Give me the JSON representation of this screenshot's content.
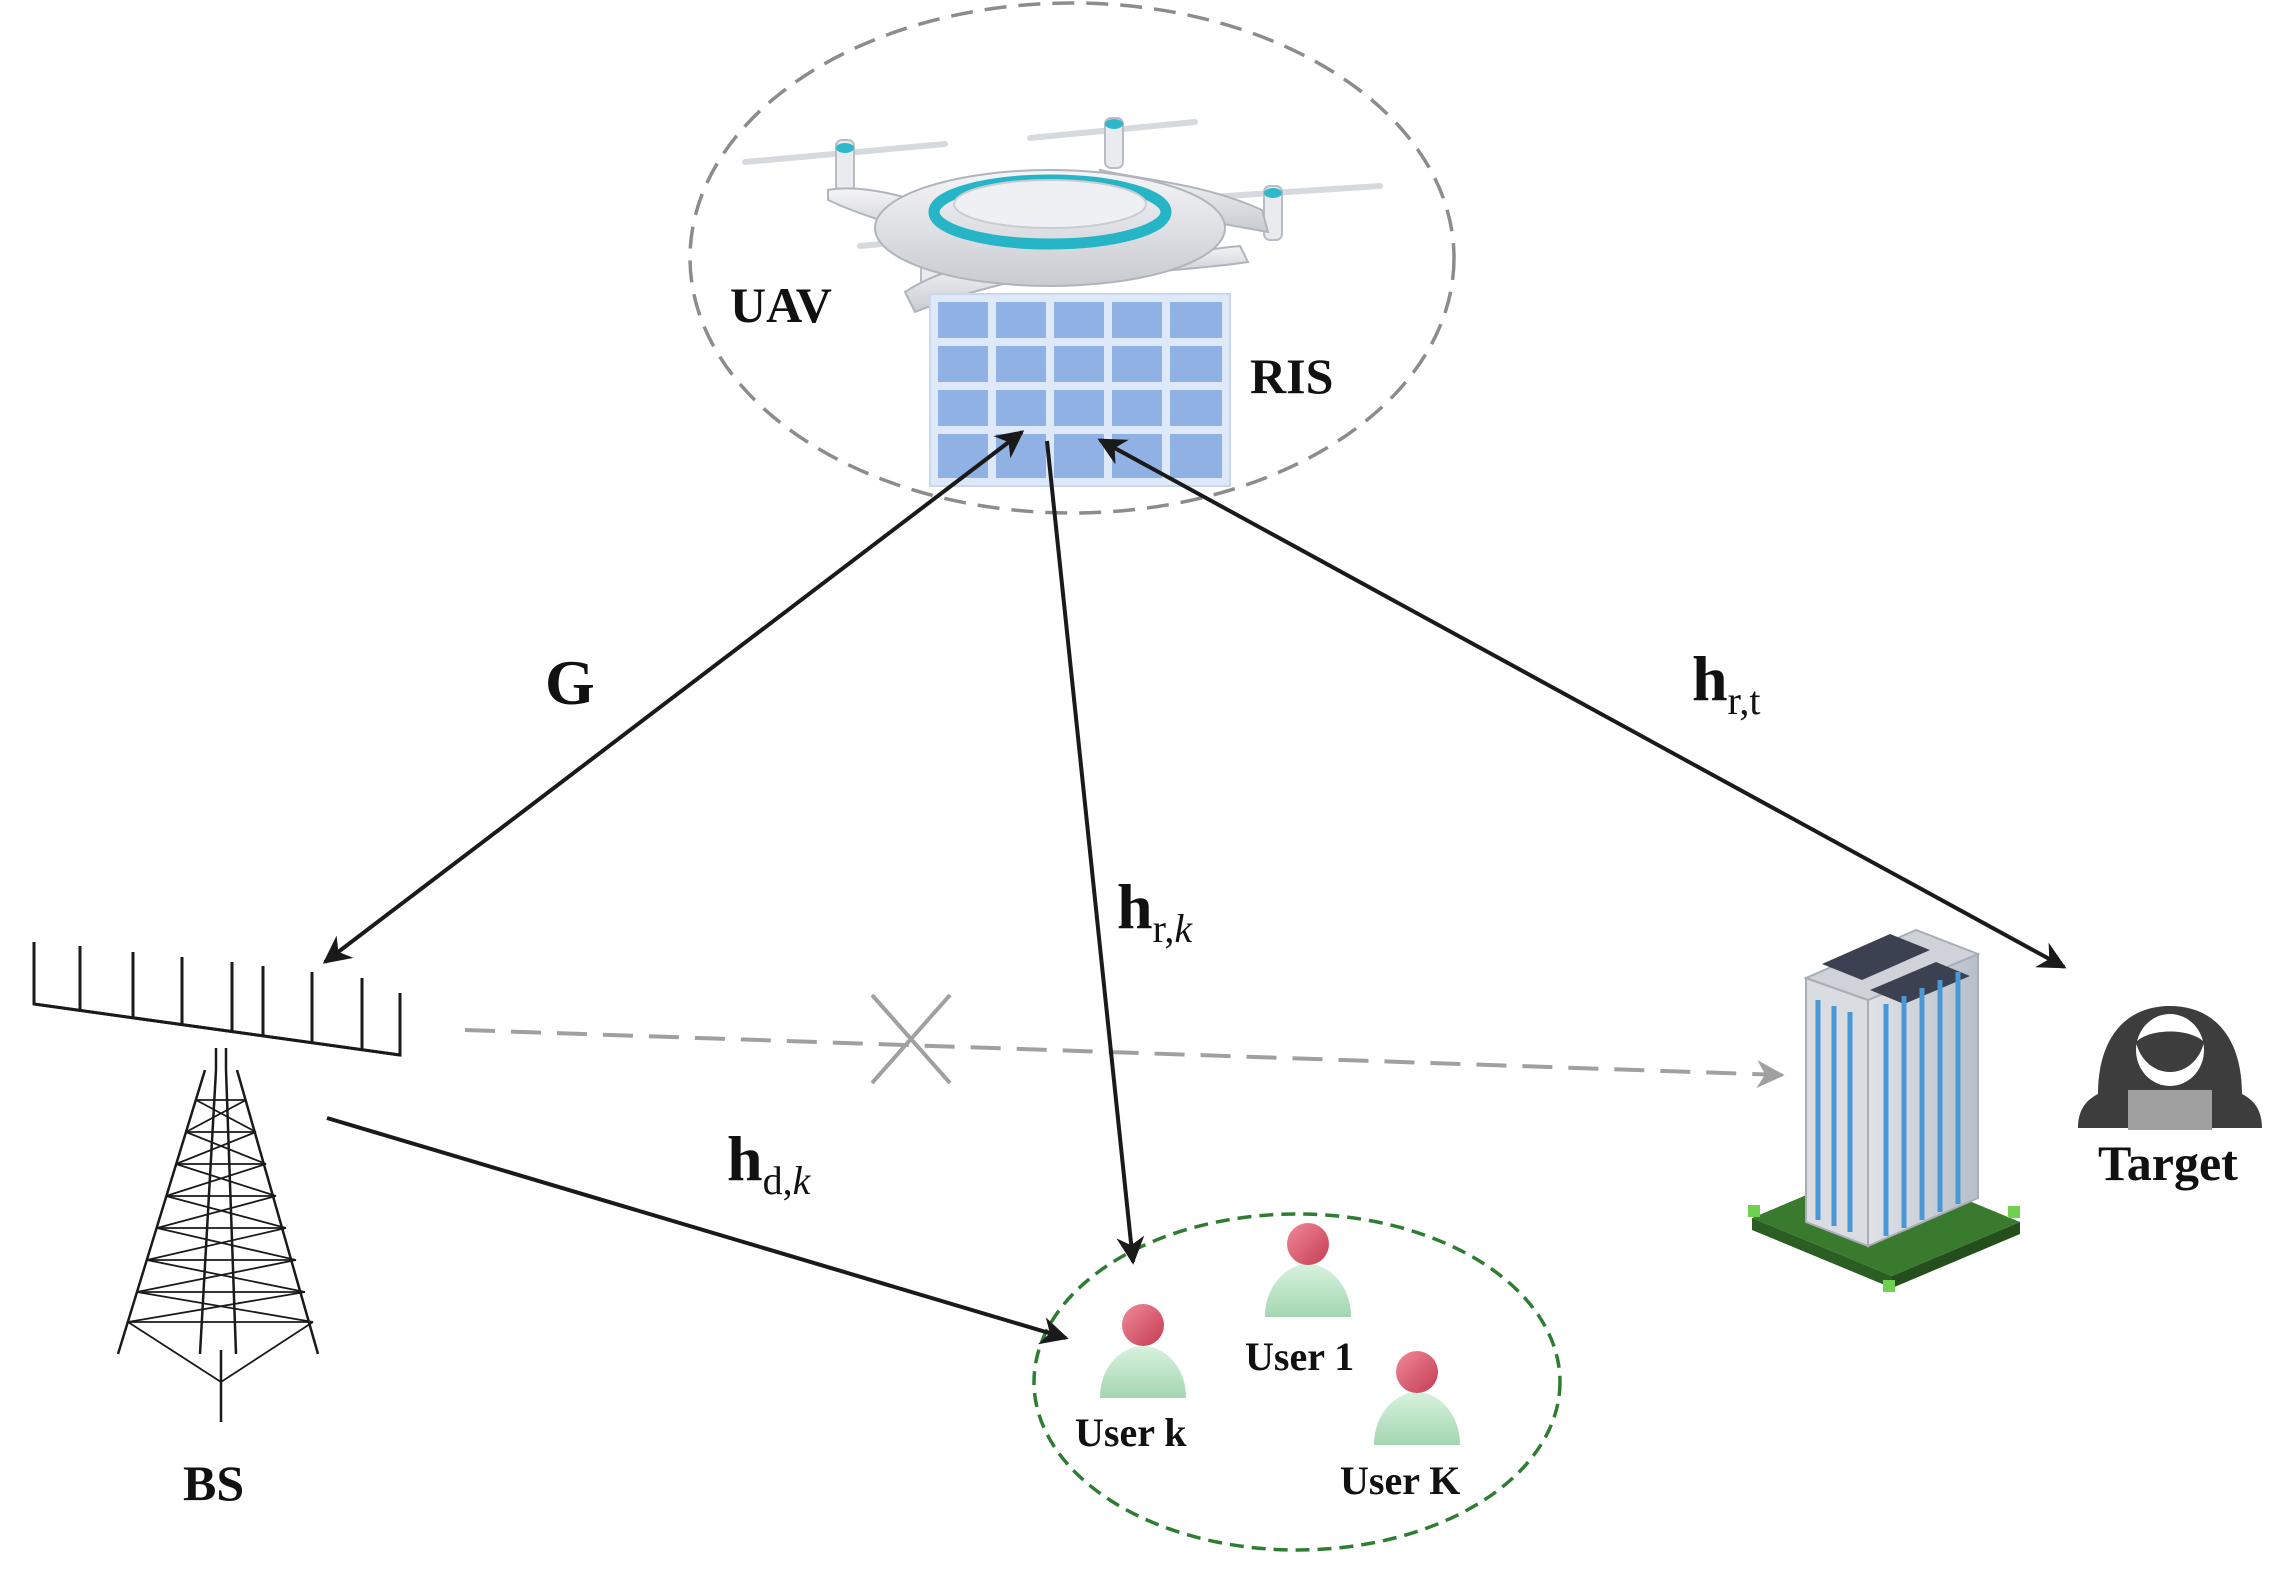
{
  "labels": {
    "uav": "UAV",
    "ris": "RIS",
    "bs": "BS",
    "target": "Target",
    "user_1": "User 1",
    "user_k_small": "User k",
    "user_K": "User K"
  },
  "channels": {
    "g": {
      "main": "G"
    },
    "h_rt": {
      "main": "h",
      "sub": "r,t"
    },
    "h_rk": {
      "main": "h",
      "sub_a": "r,",
      "sub_b": "k"
    },
    "h_dk": {
      "main": "h",
      "sub_a": "d,",
      "sub_b": "k"
    }
  },
  "colors": {
    "arrow": "#1a1a1a",
    "blocked_path": "#a0a0a0",
    "uav_group_outline": "#8c8c8c",
    "user_group_outline": "#2e7d32",
    "ris_panel": "#8fb1e3",
    "user_head": "#d9546a",
    "user_body": "#bfe6c8"
  }
}
